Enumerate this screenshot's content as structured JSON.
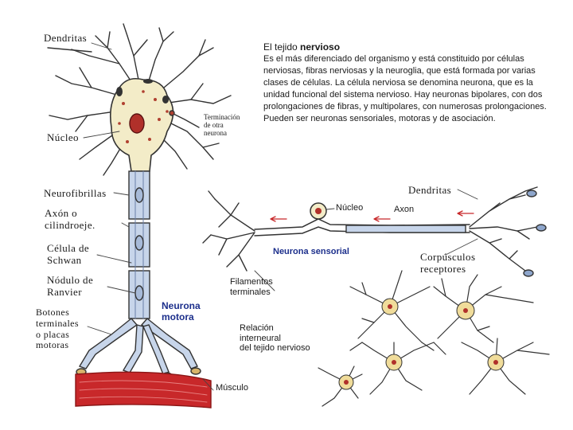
{
  "labels": {
    "dendritas_top": "Dendritas",
    "nucleo_left": "Núcleo",
    "terminacion": "Terminación\nde otra\nneurona",
    "neurofibrillas": "Neurofibrillas",
    "axon_cilindroeje": "Axón o\ncilindroeje.",
    "celula_schwan": "Célula de\nSchwan",
    "nodulo_ranvier": "Nódulo de\nRanvier",
    "botones": "Botones\nterminales\no placas\nmotoras",
    "neurona_motora": "Neurona\nmotora",
    "musculo": "Músculo",
    "dendritas_right": "Dendritas",
    "nucleo_right": "Núcleo",
    "axon_right": "Axon",
    "neurona_sensorial": "Neurona sensorial",
    "corpusculos": "Corpúsculos\nreceptores",
    "filamentos": "Filamentos\nterminales",
    "relacion": "Relación\ninterneural\ndel tejido nervioso"
  },
  "description": {
    "title_prefix": "El tejido ",
    "title_bold": "nervioso",
    "body": "Es el más diferenciado del organismo y está constituido por células nerviosas, fibras nerviosas y la neuroglia, que está formada por varias clases de células. La célula nerviosa se denomina neurona, que es la unidad funcional del sistema nervioso. Hay neuronas bipolares, con dos prolongaciones de fibras, y multipolares, con numerosas prolongaciones. Pueden ser neuronas sensoriales, motoras y de asociación."
  },
  "colors": {
    "cell_fill": "#f3ecc8",
    "nucleus": "#b0302a",
    "fiber": "#7f9cc4",
    "muscle": "#c8282a",
    "accent_blue": "#1c2f8c"
  }
}
